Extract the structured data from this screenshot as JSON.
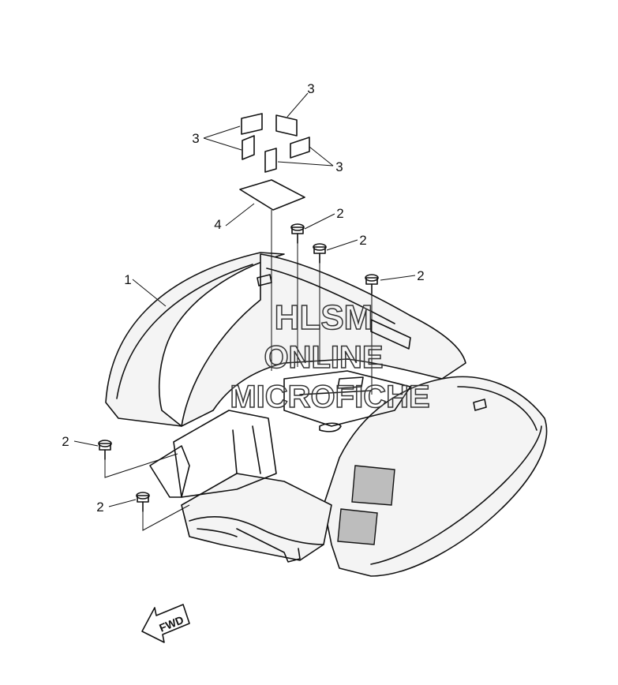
{
  "callouts": {
    "part1": "1",
    "part2": "2",
    "part3": "3",
    "part4": "4"
  },
  "watermark": {
    "line1": "HLSM",
    "line2": "ONLINE",
    "line3": "MICROFICHE"
  },
  "direction_arrow": {
    "label": "FWD"
  },
  "colors": {
    "line": "#111111",
    "background": "#ffffff",
    "panel_fill": "#bdbdbd"
  }
}
